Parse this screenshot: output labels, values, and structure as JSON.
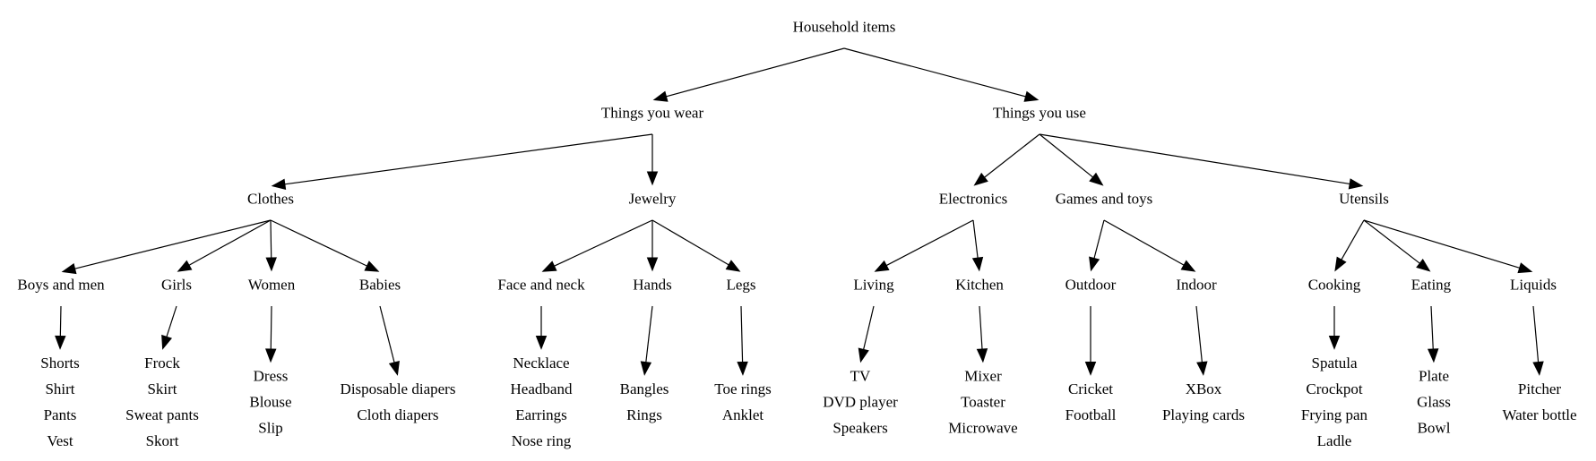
{
  "diagram": {
    "nodes": [
      {
        "id": "household",
        "lines": [
          "Household items"
        ]
      },
      {
        "id": "wear",
        "lines": [
          "Things you wear"
        ]
      },
      {
        "id": "use",
        "lines": [
          "Things you use"
        ]
      },
      {
        "id": "clothes",
        "lines": [
          "Clothes"
        ]
      },
      {
        "id": "jewelry",
        "lines": [
          "Jewelry"
        ]
      },
      {
        "id": "electronics",
        "lines": [
          "Electronics"
        ]
      },
      {
        "id": "games",
        "lines": [
          "Games and toys"
        ]
      },
      {
        "id": "utensils",
        "lines": [
          "Utensils"
        ]
      },
      {
        "id": "boys",
        "lines": [
          "Boys and men"
        ]
      },
      {
        "id": "girls",
        "lines": [
          "Girls"
        ]
      },
      {
        "id": "women",
        "lines": [
          "Women"
        ]
      },
      {
        "id": "babies",
        "lines": [
          "Babies"
        ]
      },
      {
        "id": "face",
        "lines": [
          "Face and neck"
        ]
      },
      {
        "id": "hands",
        "lines": [
          "Hands"
        ]
      },
      {
        "id": "legs",
        "lines": [
          "Legs"
        ]
      },
      {
        "id": "living",
        "lines": [
          "Living"
        ]
      },
      {
        "id": "kitchen",
        "lines": [
          "Kitchen"
        ]
      },
      {
        "id": "outdoor",
        "lines": [
          "Outdoor"
        ]
      },
      {
        "id": "indoor",
        "lines": [
          "Indoor"
        ]
      },
      {
        "id": "cooking",
        "lines": [
          "Cooking"
        ]
      },
      {
        "id": "eating",
        "lines": [
          "Eating"
        ]
      },
      {
        "id": "liquids",
        "lines": [
          "Liquids"
        ]
      },
      {
        "id": "boys_items",
        "lines": [
          "Shorts",
          "Shirt",
          "Pants",
          "Vest"
        ]
      },
      {
        "id": "girls_items",
        "lines": [
          "Frock",
          "Skirt",
          "Sweat pants",
          "Skort"
        ]
      },
      {
        "id": "women_items",
        "lines": [
          "Dress",
          "Blouse",
          "Slip"
        ]
      },
      {
        "id": "babies_items",
        "lines": [
          "Disposable diapers",
          "Cloth diapers"
        ]
      },
      {
        "id": "face_items",
        "lines": [
          "Necklace",
          "Headband",
          "Earrings",
          "Nose ring"
        ]
      },
      {
        "id": "hands_items",
        "lines": [
          "Bangles",
          "Rings"
        ]
      },
      {
        "id": "legs_items",
        "lines": [
          "Toe rings",
          "Anklet"
        ]
      },
      {
        "id": "living_items",
        "lines": [
          "TV",
          "DVD player",
          "Speakers"
        ]
      },
      {
        "id": "kitchen_items",
        "lines": [
          "Mixer",
          "Toaster",
          "Microwave"
        ]
      },
      {
        "id": "outdoor_items",
        "lines": [
          "Cricket",
          "Football"
        ]
      },
      {
        "id": "indoor_items",
        "lines": [
          "XBox",
          "Playing cards"
        ]
      },
      {
        "id": "cooking_items",
        "lines": [
          "Spatula",
          "Crockpot",
          "Frying pan",
          "Ladle"
        ]
      },
      {
        "id": "eating_items",
        "lines": [
          "Plate",
          "Glass",
          "Bowl"
        ]
      },
      {
        "id": "liquids_items",
        "lines": [
          "Pitcher",
          "Water bottle"
        ]
      }
    ],
    "edges": [
      [
        "household",
        "wear"
      ],
      [
        "household",
        "use"
      ],
      [
        "wear",
        "clothes"
      ],
      [
        "wear",
        "jewelry"
      ],
      [
        "use",
        "electronics"
      ],
      [
        "use",
        "games"
      ],
      [
        "use",
        "utensils"
      ],
      [
        "clothes",
        "boys"
      ],
      [
        "clothes",
        "girls"
      ],
      [
        "clothes",
        "women"
      ],
      [
        "clothes",
        "babies"
      ],
      [
        "jewelry",
        "face"
      ],
      [
        "jewelry",
        "hands"
      ],
      [
        "jewelry",
        "legs"
      ],
      [
        "electronics",
        "living"
      ],
      [
        "electronics",
        "kitchen"
      ],
      [
        "games",
        "outdoor"
      ],
      [
        "games",
        "indoor"
      ],
      [
        "utensils",
        "cooking"
      ],
      [
        "utensils",
        "eating"
      ],
      [
        "utensils",
        "liquids"
      ],
      [
        "boys",
        "boys_items"
      ],
      [
        "girls",
        "girls_items"
      ],
      [
        "women",
        "women_items"
      ],
      [
        "babies",
        "babies_items"
      ],
      [
        "face",
        "face_items"
      ],
      [
        "hands",
        "hands_items"
      ],
      [
        "legs",
        "legs_items"
      ],
      [
        "living",
        "living_items"
      ],
      [
        "kitchen",
        "kitchen_items"
      ],
      [
        "outdoor",
        "outdoor_items"
      ],
      [
        "indoor",
        "indoor_items"
      ],
      [
        "cooking",
        "cooking_items"
      ],
      [
        "eating",
        "eating_items"
      ],
      [
        "liquids",
        "liquids_items"
      ]
    ]
  }
}
